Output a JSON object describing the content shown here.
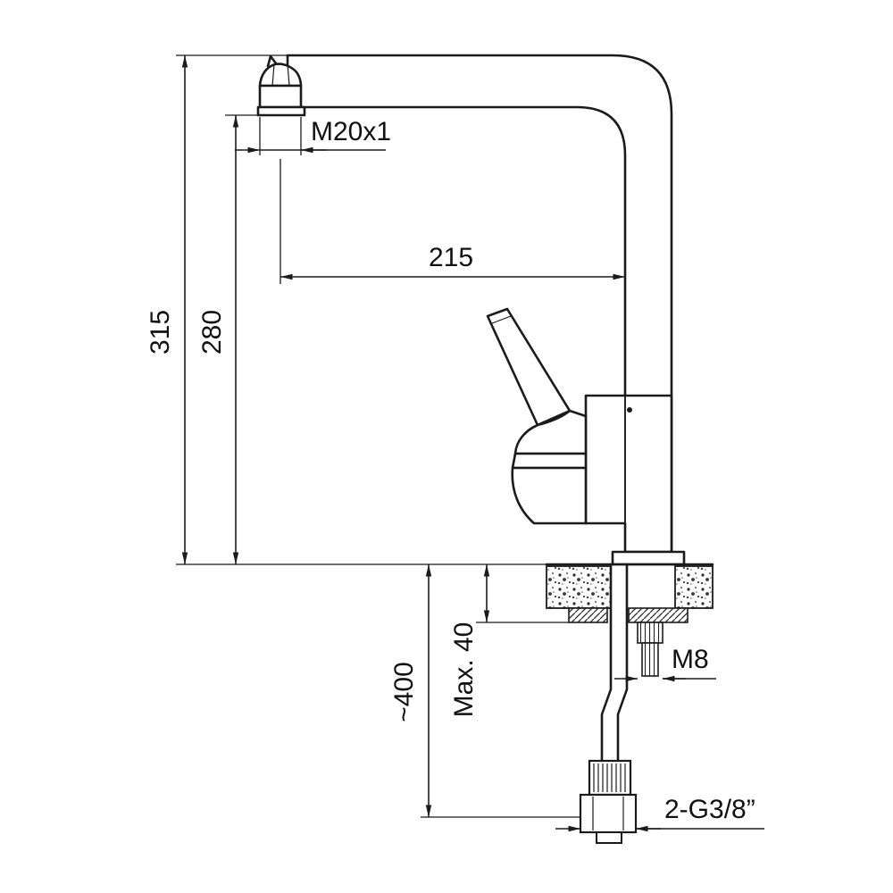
{
  "drawing": {
    "labels": {
      "aerator_thread": "M20x1",
      "spout_reach": "215",
      "overall_height": "315",
      "outlet_height": "280",
      "hose_length": "~400",
      "max_mounting_thickness": "Max. 40",
      "stud_thread": "M8",
      "supply_connections": "2-G3/8”"
    }
  }
}
